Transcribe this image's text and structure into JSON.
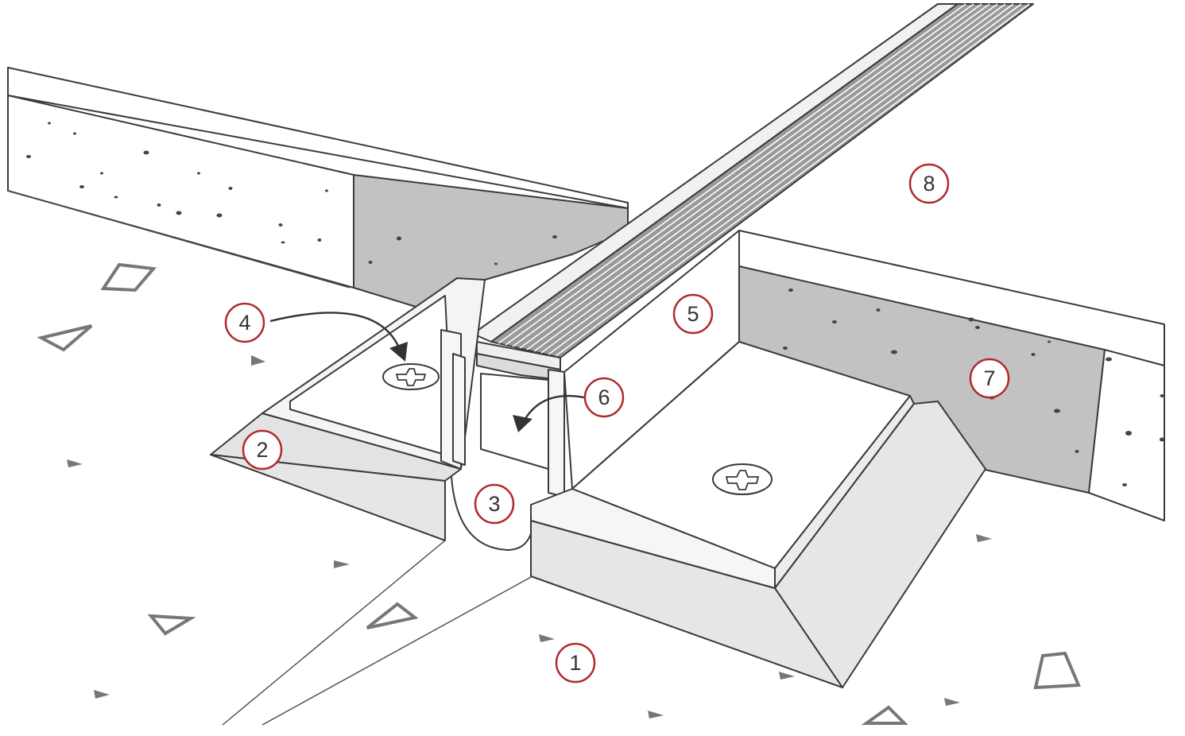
{
  "colors": {
    "background": "#ffffff",
    "line": "#3a3a3a",
    "concrete_shaded": "#c2c2c2",
    "profile_light": "#f1f1f1",
    "bevel": "#e3e3e3",
    "marker_ring": "#b02a2a",
    "marker_text": "#333333"
  },
  "markers": [
    {
      "label": "1"
    },
    {
      "label": "2"
    },
    {
      "label": "3"
    },
    {
      "label": "4"
    },
    {
      "label": "5"
    },
    {
      "label": "6"
    },
    {
      "label": "7"
    },
    {
      "label": "8"
    }
  ],
  "icons": [
    "screw-head-icon",
    "curved-arrow-icon",
    "aggregate-triangle-icon",
    "aggregate-dot-icon"
  ]
}
